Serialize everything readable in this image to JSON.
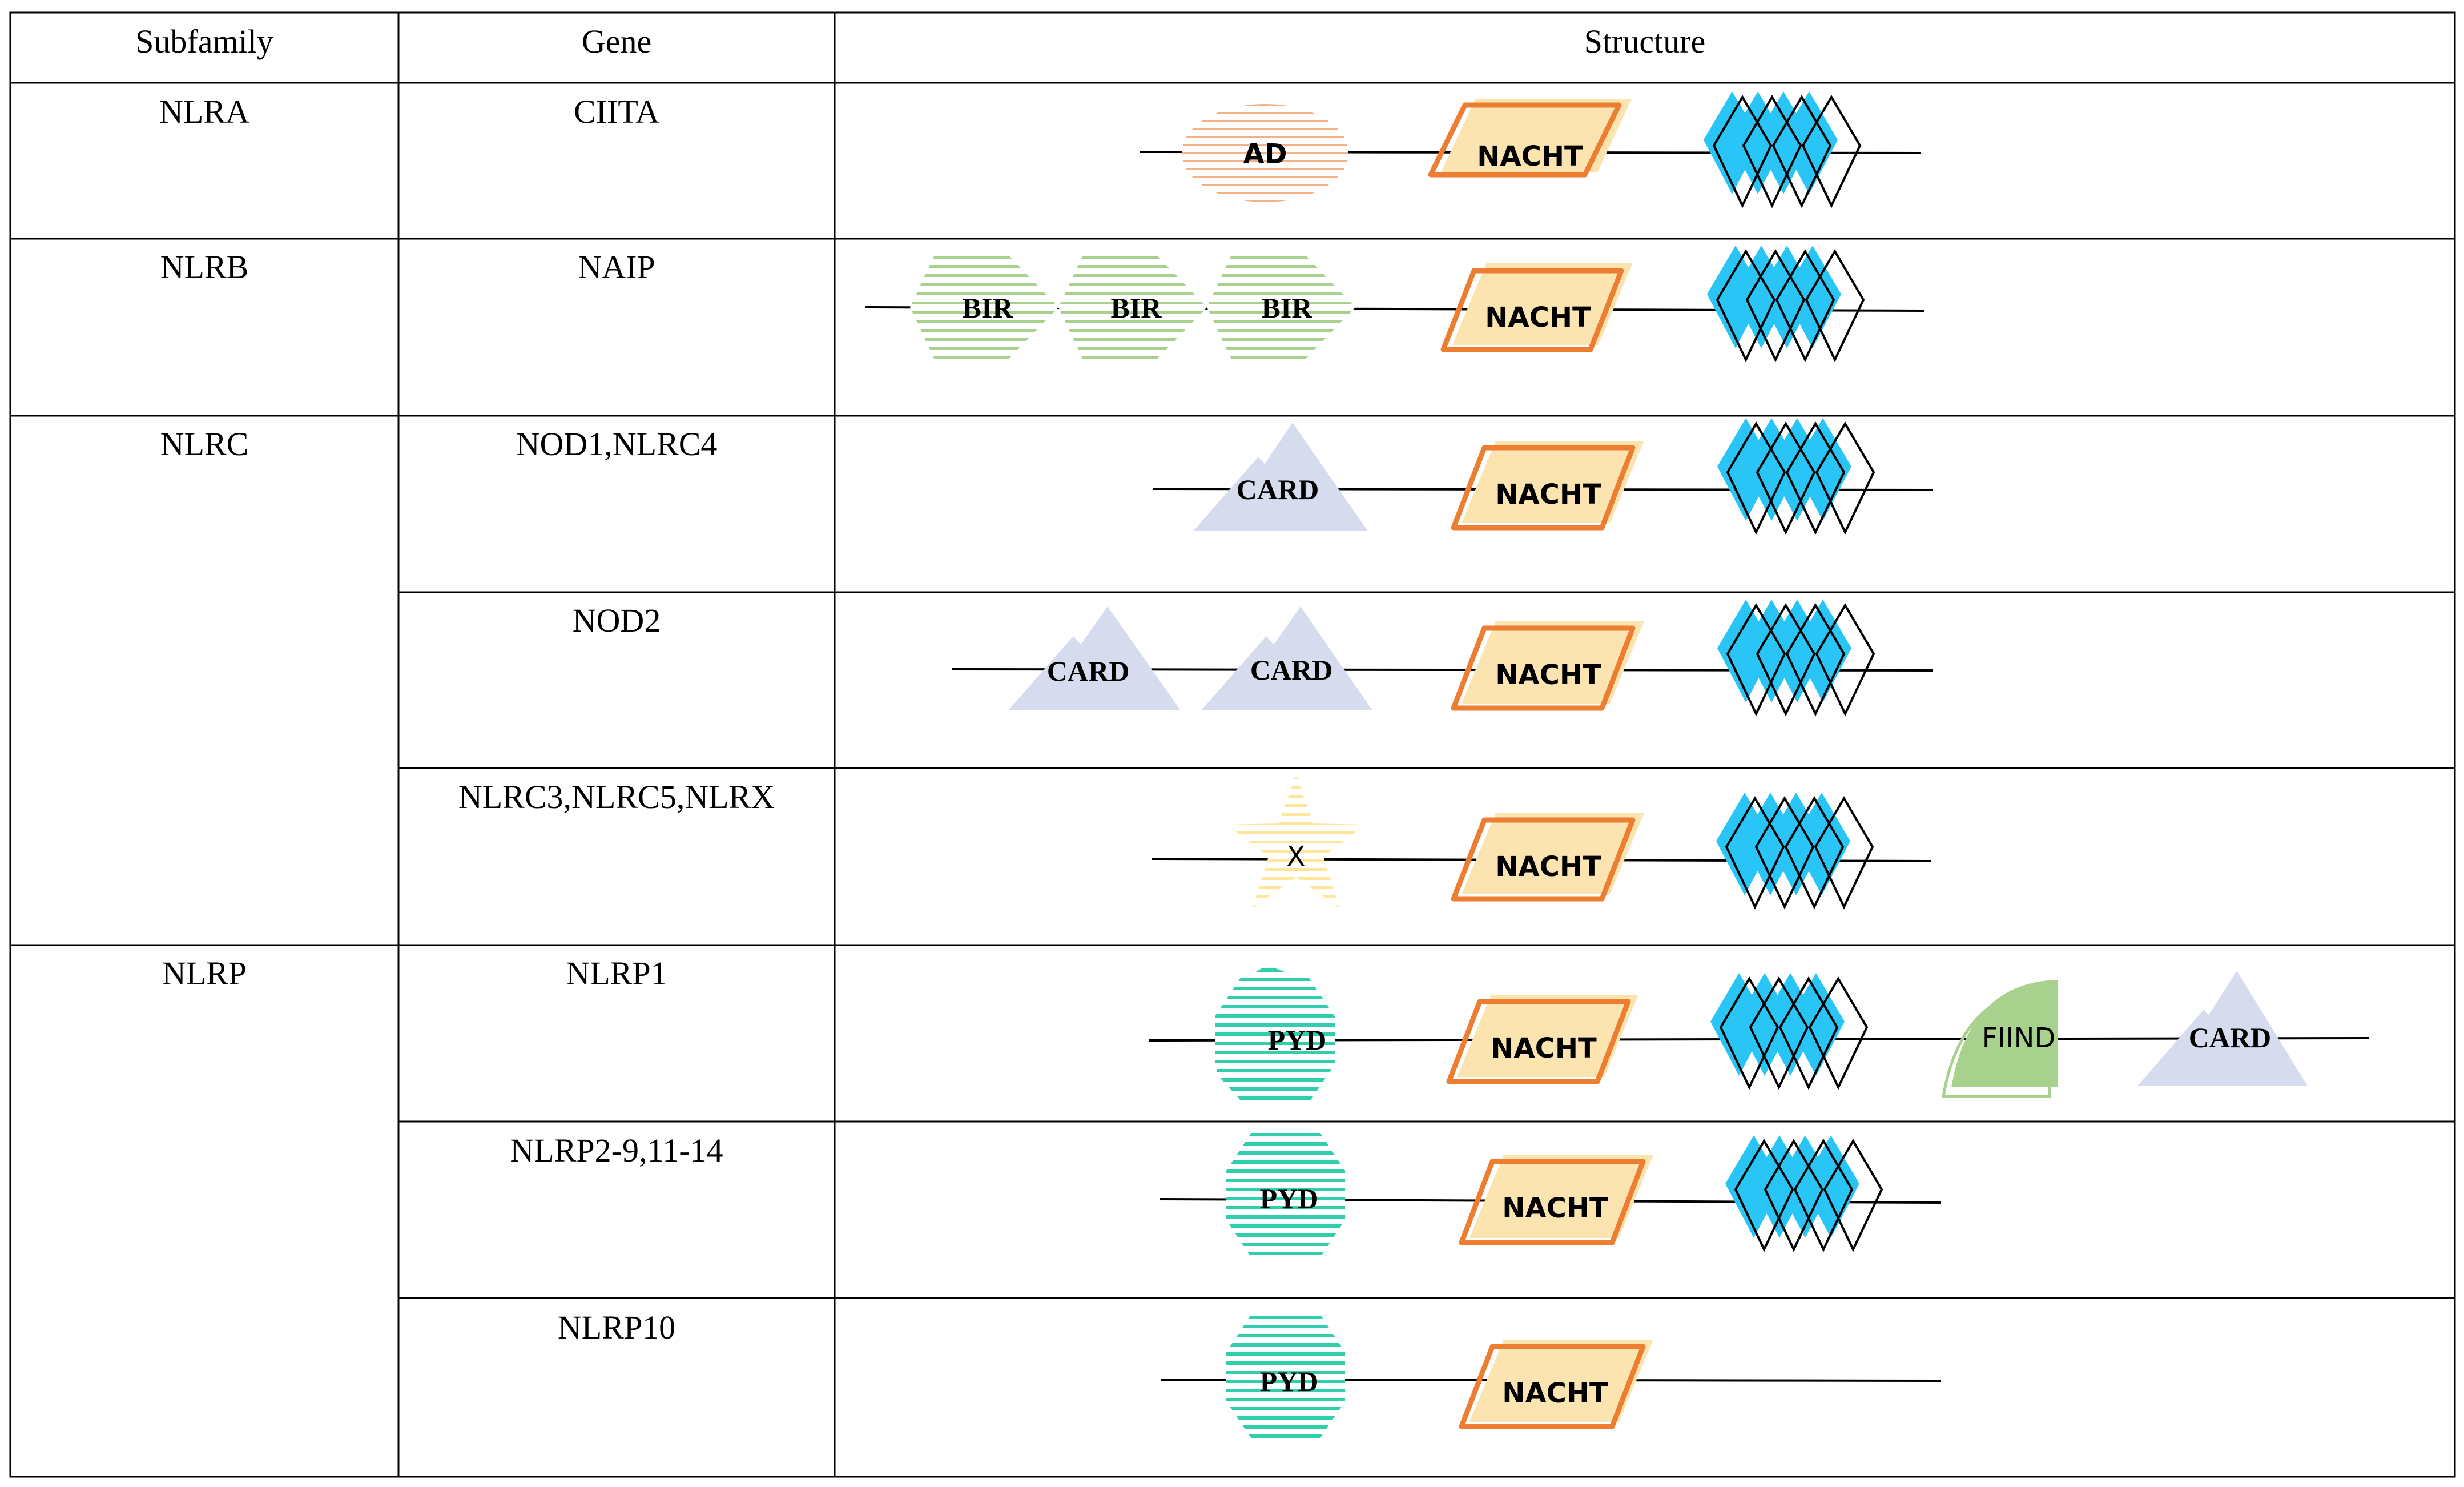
{
  "table": {
    "headers": [
      "Subfamily",
      "Gene",
      "Structure"
    ],
    "subfamilies": [
      "NLRA",
      "NLRB",
      "NLRC",
      "NLRP"
    ],
    "genes": [
      "CIITA",
      "NAIP",
      "NOD1,NLRC4",
      "NOD2",
      "NLRC3,NLRC5,NLRX",
      "NLRP1",
      "NLRP2-9,11-14",
      "NLRP10"
    ]
  },
  "domains": {
    "ad": "AD",
    "nacht": "NACHT",
    "bir": "BIR",
    "card": "CARD",
    "x": "X",
    "pyd": "PYD",
    "fiind": "FIIND"
  },
  "colors": {
    "ad": "#f4b183",
    "nacht_fill": "#fce4b0",
    "nacht_border": "#ed7d31",
    "bir": "#a9d18e",
    "card": "#d6dcee",
    "x": "#ffe699",
    "pyd": "#2ecfaa",
    "fiind": "#a9d18e",
    "lrr": "#29c5f6"
  }
}
